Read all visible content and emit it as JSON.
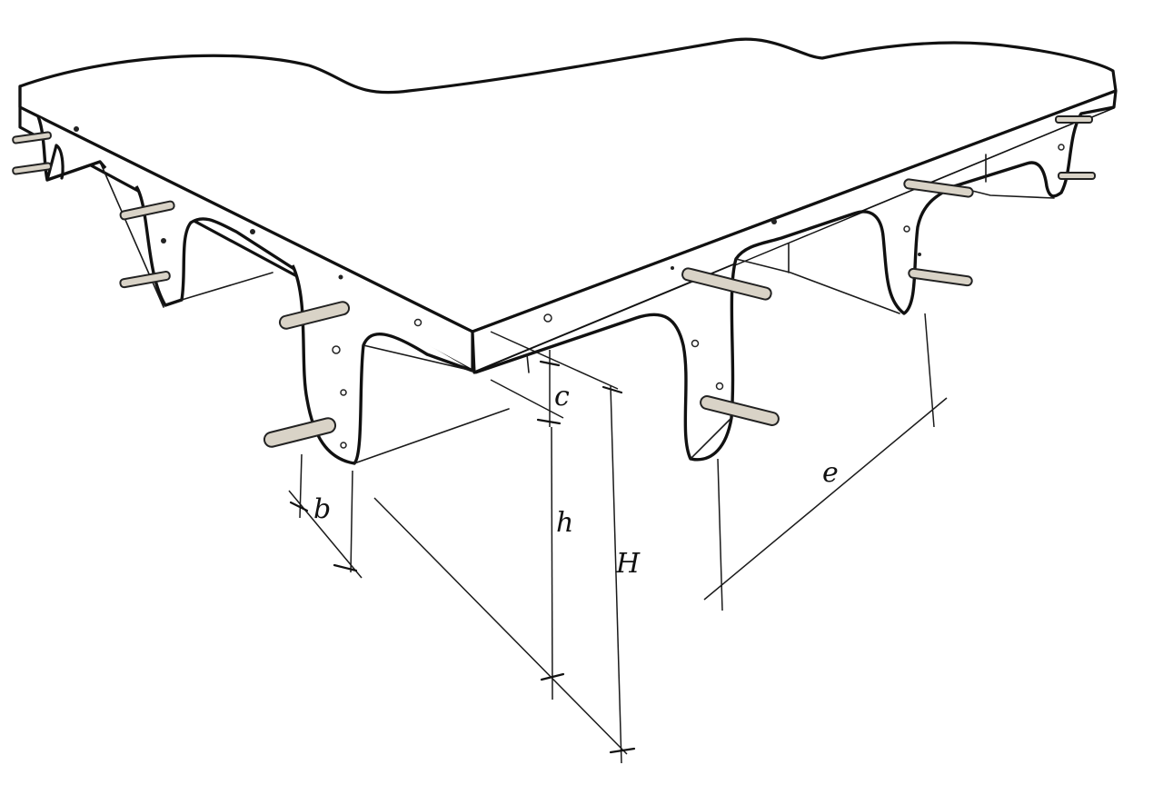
{
  "dimension_labels": {
    "b": "b",
    "c": "c",
    "h": "h",
    "H": "H",
    "e": "e"
  },
  "colors": {
    "ink": "#111111",
    "paper": "#ffffff",
    "rebar": "#d9d3c7"
  }
}
